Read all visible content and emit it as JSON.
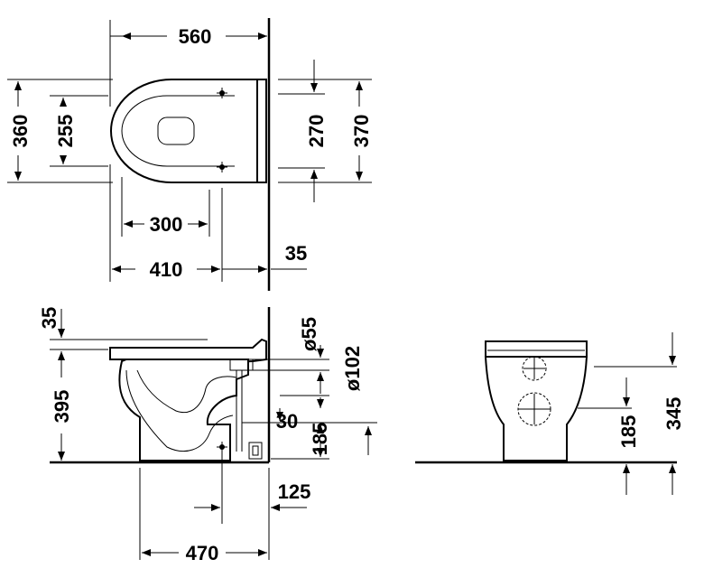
{
  "title": "",
  "top_view": {
    "width": "560",
    "depth_outer": "360",
    "depth_inner": "255",
    "fix_spacing": "270",
    "cistern_width": "370",
    "rim_to_fix": "300",
    "rim_to_wall": "410",
    "wall_gap": "35"
  },
  "side_view": {
    "top_gap": "35",
    "height": "395",
    "inlet_dia": "ø55",
    "outlet_dia": "ø102",
    "outlet_offset": "30",
    "outlet_height": "185",
    "outlet_wall": "125",
    "depth": "470"
  },
  "front_view": {
    "outlet_height": "185",
    "inlet_height": "345"
  }
}
